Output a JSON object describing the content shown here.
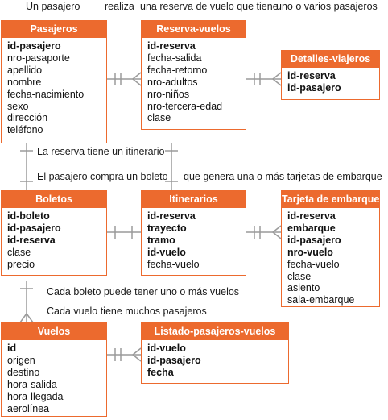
{
  "captions": {
    "top_1": "Un pasajero",
    "top_2": "realiza",
    "top_3": "una reserva de vuelo que tiene",
    "top_4": "uno o varios pasajeros",
    "mid_1": "La reserva tiene un itinerario",
    "mid_2": "El pasajero compra un boleto",
    "mid_3": "que genera una o más tarjetas de embarque",
    "low_1": "Cada boleto puede tener uno o más vuelos",
    "low_2": "Cada vuelo tiene muchos pasajeros"
  },
  "entities": {
    "pasajeros": {
      "title": "Pasajeros",
      "fields": [
        {
          "name": "id-pasajero",
          "key": true
        },
        {
          "name": "nro-pasaporte",
          "key": false
        },
        {
          "name": "apellido",
          "key": false
        },
        {
          "name": "nombre",
          "key": false
        },
        {
          "name": "fecha-nacimiento",
          "key": false
        },
        {
          "name": "sexo",
          "key": false
        },
        {
          "name": "dirección",
          "key": false
        },
        {
          "name": "teléfono",
          "key": false
        }
      ]
    },
    "reserva_vuelos": {
      "title": "Reserva-vuelos",
      "fields": [
        {
          "name": "id-reserva",
          "key": true
        },
        {
          "name": "fecha-salida",
          "key": false
        },
        {
          "name": "fecha-retorno",
          "key": false
        },
        {
          "name": "nro-adultos",
          "key": false
        },
        {
          "name": "nro-niños",
          "key": false
        },
        {
          "name": "nro-tercera-edad",
          "key": false
        },
        {
          "name": "clase",
          "key": false
        }
      ]
    },
    "detalles_viajeros": {
      "title": "Detalles-viajeros",
      "fields": [
        {
          "name": "id-reserva",
          "key": true
        },
        {
          "name": "id-pasajero",
          "key": true
        }
      ]
    },
    "boletos": {
      "title": "Boletos",
      "fields": [
        {
          "name": "id-boleto",
          "key": true
        },
        {
          "name": "id-pasajero",
          "key": true
        },
        {
          "name": "id-reserva",
          "key": true
        },
        {
          "name": "clase",
          "key": false
        },
        {
          "name": "precio",
          "key": false
        }
      ]
    },
    "itinerarios": {
      "title": "Itinerarios",
      "fields": [
        {
          "name": "id-reserva",
          "key": true
        },
        {
          "name": "trayecto",
          "key": true
        },
        {
          "name": "tramo",
          "key": true
        },
        {
          "name": "id-vuelo",
          "key": true
        },
        {
          "name": "fecha-vuelo",
          "key": false
        }
      ]
    },
    "tarjeta_embarque": {
      "title": "Tarjeta de embarque",
      "fields": [
        {
          "name": "id-reserva",
          "key": true
        },
        {
          "name": "embarque",
          "key": true
        },
        {
          "name": "id-pasajero",
          "key": true
        },
        {
          "name": "nro-vuelo",
          "key": true
        },
        {
          "name": "fecha-vuelo",
          "key": false
        },
        {
          "name": "clase",
          "key": false
        },
        {
          "name": "asiento",
          "key": false
        },
        {
          "name": "sala-embarque",
          "key": false
        }
      ]
    },
    "vuelos": {
      "title": "Vuelos",
      "fields": [
        {
          "name": "id",
          "key": true
        },
        {
          "name": "origen",
          "key": false
        },
        {
          "name": "destino",
          "key": false
        },
        {
          "name": "hora-salida",
          "key": false
        },
        {
          "name": "hora-llegada",
          "key": false
        },
        {
          "name": "aerolínea",
          "key": false
        }
      ]
    },
    "listado_pasajeros_vuelos": {
      "title": "Listado-pasajeros-vuelos",
      "fields": [
        {
          "name": "id-vuelo",
          "key": true
        },
        {
          "name": "id-pasajero",
          "key": true
        },
        {
          "name": "fecha",
          "key": true
        }
      ]
    }
  },
  "colors": {
    "accent": "#ec6a2e",
    "connector": "#9a9a9a"
  }
}
